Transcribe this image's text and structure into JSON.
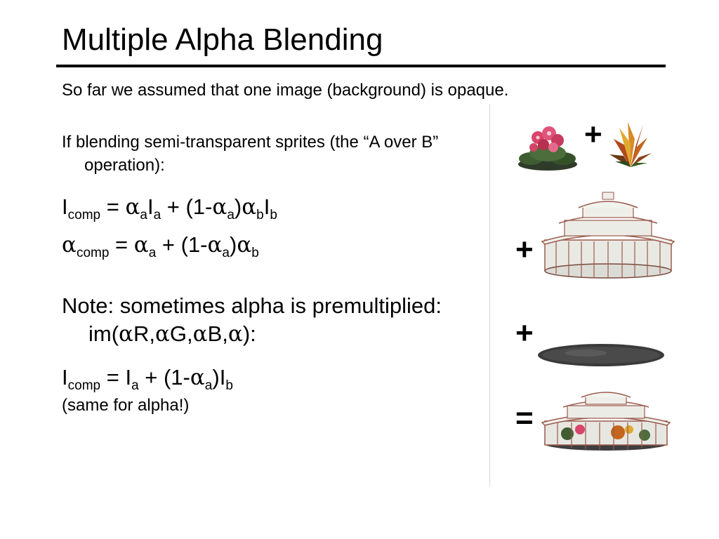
{
  "slide": {
    "title": "Multiple Alpha Blending",
    "bullets": [
      "So far we assumed that one image (background) is opaque.",
      "If blending semi-transparent sprites (the “A over B” operation):"
    ],
    "equations": {
      "icomp_over": {
        "lhs": "I",
        "lhs_sub": "comp",
        "eq": " = ",
        "t1": "α",
        "t1_sub": "a",
        "t2": "I",
        "t2_sub": "a",
        "mid": " + (1-",
        "t3": "α",
        "t3_sub": "a",
        "close": ")",
        "t4": "α",
        "t4_sub": "b",
        "t5": "I",
        "t5_sub": "b"
      },
      "alpha_over": {
        "lhs": "α",
        "lhs_sub": "comp",
        "eq": " = ",
        "t1": "α",
        "t1_sub": "a",
        "mid": " + (1-",
        "t2": "α",
        "t2_sub": "a",
        "close": ")",
        "t3": "α",
        "t3_sub": "b"
      },
      "icomp_premult": {
        "lhs": "I",
        "lhs_sub": "comp",
        "eq": " = ",
        "t1": "I",
        "t1_sub": "a",
        "mid": " + (1-",
        "t2": "α",
        "t2_sub": "a",
        "close": ")",
        "t3": "I",
        "t3_sub": "b"
      }
    },
    "note": {
      "line1": "Note: sometimes alpha is premultiplied:",
      "line2_prefix": "im(",
      "a1": "α",
      "r": "R,",
      "a2": "α",
      "g": "G,",
      "a3": "α",
      "b": "B,",
      "a4": "α",
      "suffix": "):"
    },
    "same_for_alpha": "(same for alpha!)",
    "illustration": {
      "ops": [
        "+",
        "+",
        "+",
        "="
      ],
      "icons": [
        "flower-pot-icon",
        "croton-plant-icon",
        "greenhouse-icon",
        "dark-ellipse-icon",
        "greenhouse-composite-icon"
      ]
    }
  }
}
